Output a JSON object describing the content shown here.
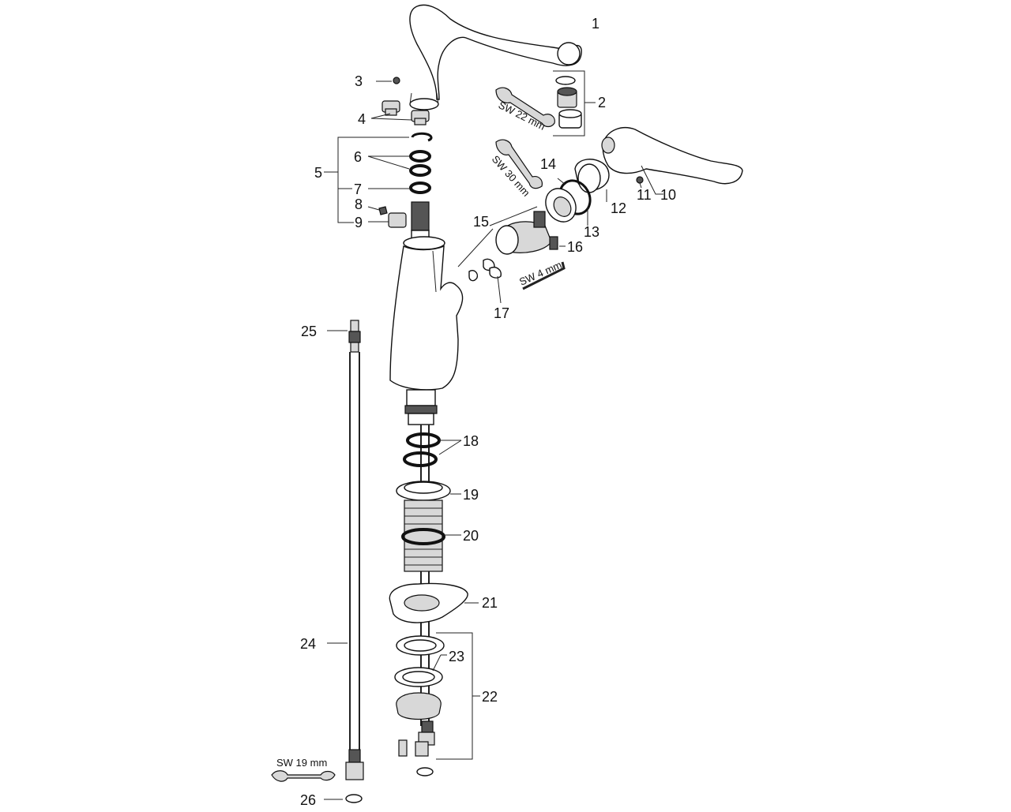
{
  "diagram": {
    "part_labels": [
      {
        "id": "1",
        "text": "1"
      },
      {
        "id": "2",
        "text": "2"
      },
      {
        "id": "3",
        "text": "3"
      },
      {
        "id": "4",
        "text": "4"
      },
      {
        "id": "5",
        "text": "5"
      },
      {
        "id": "6",
        "text": "6"
      },
      {
        "id": "7",
        "text": "7"
      },
      {
        "id": "8",
        "text": "8"
      },
      {
        "id": "9",
        "text": "9"
      },
      {
        "id": "10",
        "text": "10"
      },
      {
        "id": "11",
        "text": "11"
      },
      {
        "id": "12",
        "text": "12"
      },
      {
        "id": "13",
        "text": "13"
      },
      {
        "id": "14",
        "text": "14"
      },
      {
        "id": "15",
        "text": "15"
      },
      {
        "id": "16",
        "text": "16"
      },
      {
        "id": "17",
        "text": "17"
      },
      {
        "id": "18",
        "text": "18"
      },
      {
        "id": "19",
        "text": "19"
      },
      {
        "id": "20",
        "text": "20"
      },
      {
        "id": "21",
        "text": "21"
      },
      {
        "id": "22",
        "text": "22"
      },
      {
        "id": "23",
        "text": "23"
      },
      {
        "id": "24",
        "text": "24"
      },
      {
        "id": "25",
        "text": "25"
      },
      {
        "id": "26",
        "text": "26"
      }
    ],
    "tool_labels": {
      "sw22": "SW 22 mm",
      "sw30": "SW 30 mm",
      "sw4": "SW 4 mm",
      "sw19": "SW 19 mm"
    },
    "colors": {
      "line": "#111111",
      "background": "#ffffff"
    }
  }
}
